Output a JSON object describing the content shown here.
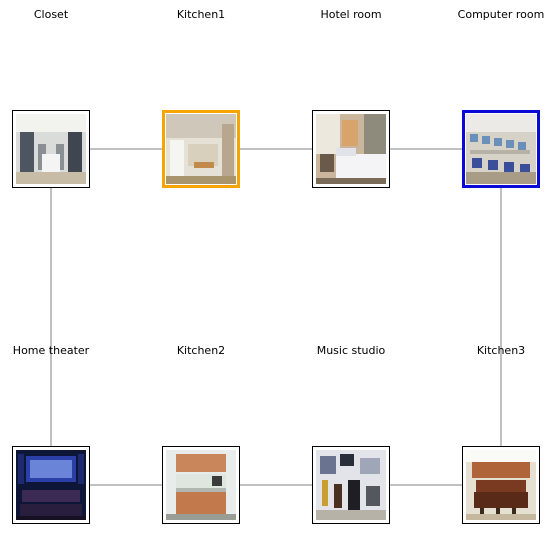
{
  "nodes": [
    {
      "id": "closet",
      "label": "Closet",
      "row": 0,
      "col": 0,
      "scene": "closet",
      "highlight": null
    },
    {
      "id": "kitchen1",
      "label": "Kitchen1",
      "row": 0,
      "col": 1,
      "scene": "kitchen-light",
      "highlight": "#f5a400"
    },
    {
      "id": "hotel-room",
      "label": "Hotel room",
      "row": 0,
      "col": 2,
      "scene": "hotel",
      "highlight": null
    },
    {
      "id": "computer-room",
      "label": "Computer room",
      "row": 0,
      "col": 3,
      "scene": "computers",
      "highlight": "#0a0ad6"
    },
    {
      "id": "home-theater",
      "label": "Home theater",
      "row": 1,
      "col": 0,
      "scene": "theater",
      "highlight": null
    },
    {
      "id": "kitchen2",
      "label": "Kitchen2",
      "row": 1,
      "col": 1,
      "scene": "kitchen-wood",
      "highlight": null
    },
    {
      "id": "music-studio",
      "label": "Music studio",
      "row": 1,
      "col": 2,
      "scene": "music",
      "highlight": null
    },
    {
      "id": "kitchen3",
      "label": "Kitchen3",
      "row": 1,
      "col": 3,
      "scene": "bar",
      "highlight": null
    }
  ],
  "edges": [
    [
      "closet",
      "kitchen1"
    ],
    [
      "kitchen1",
      "hotel-room"
    ],
    [
      "hotel-room",
      "computer-room"
    ],
    [
      "closet",
      "home-theater"
    ],
    [
      "computer-room",
      "kitchen3"
    ],
    [
      "home-theater",
      "kitchen2"
    ],
    [
      "kitchen2",
      "music-studio"
    ],
    [
      "music-studio",
      "kitchen3"
    ]
  ],
  "colors": {
    "edge": "#808080",
    "frame": "#000000"
  }
}
